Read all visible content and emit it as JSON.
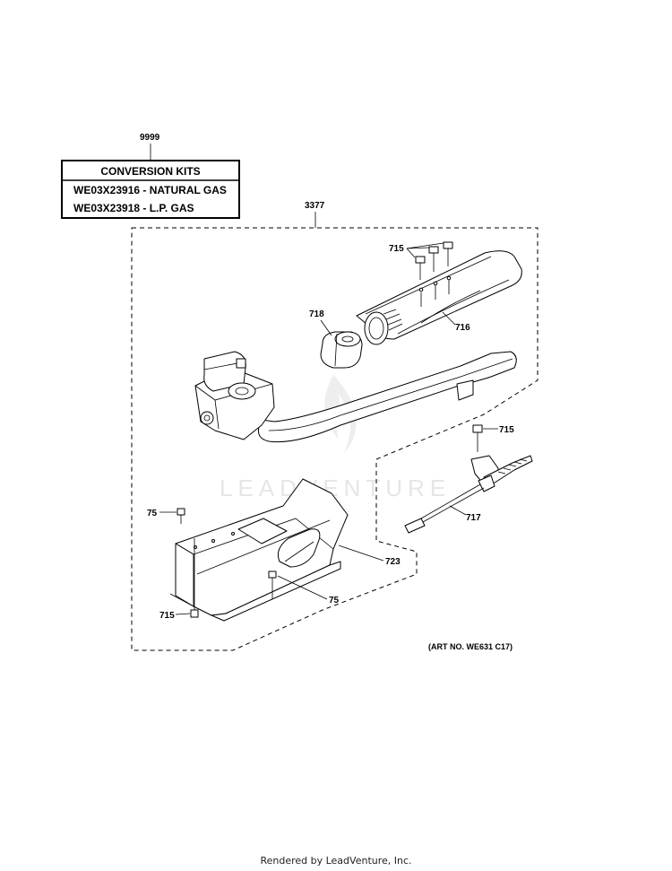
{
  "conversion_kits": {
    "ref": "9999",
    "title": "CONVERSION KITS",
    "rows": [
      "WE03X23916 - NATURAL GAS",
      "WE03X23918 - L.P. GAS"
    ]
  },
  "callouts": {
    "assembly": "3377",
    "screw_top": "715",
    "orifice_holder": "718",
    "burner_tube": "716",
    "screw_right": "715",
    "igniter": "717",
    "bracket": "723",
    "screw_left": "75",
    "screw_center": "75",
    "screw_bottom": "715"
  },
  "art_number": "(ART NO. WE631 C17)",
  "watermark": "LEADVENTURE",
  "footer": "Rendered by LeadVenture, Inc."
}
